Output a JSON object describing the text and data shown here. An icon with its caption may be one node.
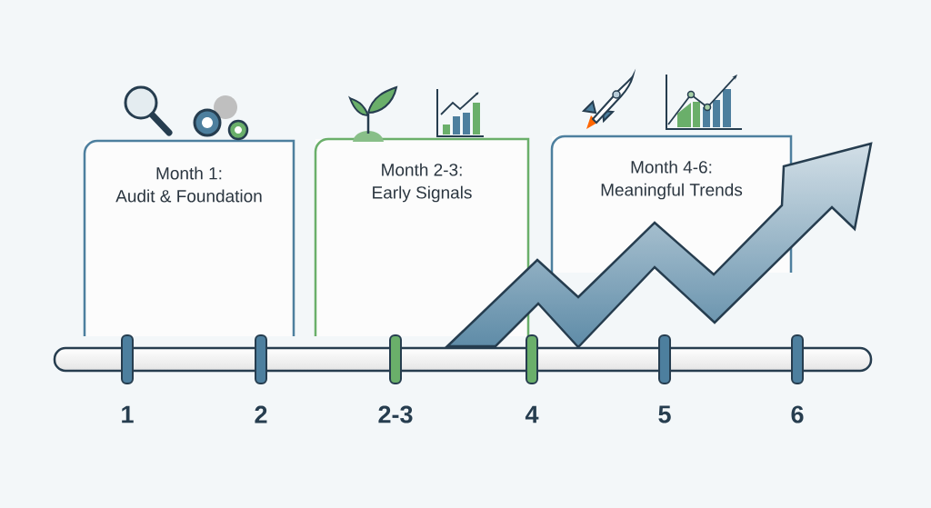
{
  "diagram": {
    "nodes": [
      {
        "text": [
          "Month 1:",
          "Audit & Foundation"
        ]
      },
      {
        "text": [
          "Month 2-3:",
          "Early Signals"
        ]
      },
      {
        "text": [
          "Month 4-6:",
          "Meaningful Trends"
        ]
      }
    ],
    "labels": [
      "1",
      "2",
      "2-3",
      "4",
      "5",
      "6"
    ]
  }
}
